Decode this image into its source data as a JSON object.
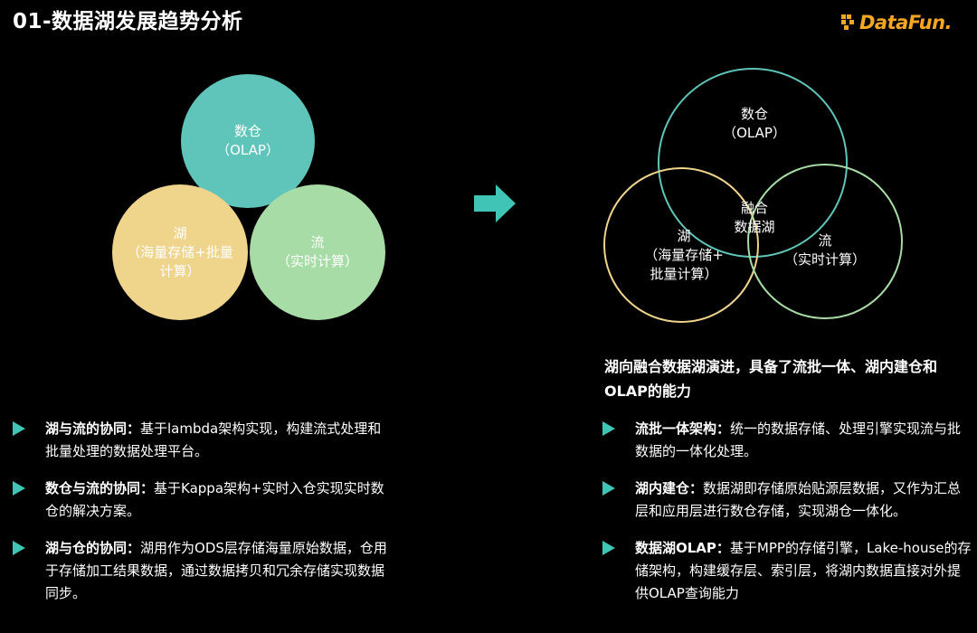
{
  "title": "01-数据湖发展趋势分析",
  "logo": {
    "text": "DataFun.",
    "color": "#f5a623"
  },
  "left_diagram": {
    "circles": [
      {
        "label": "数仓\n（OLAP）",
        "color": "#5fc4b9"
      },
      {
        "label": "湖\n（海量存储+批量\n计算）",
        "color": "#efd48c"
      },
      {
        "label": "流\n（实时计算）",
        "color": "#a8dca6"
      }
    ]
  },
  "arrow": {
    "icon": "right-arrow-icon",
    "color": "#3fc4b6"
  },
  "venn": {
    "warehouse": "数仓\n（OLAP）",
    "lake": "湖\n（海量存储+\n批量计算）",
    "stream": "流\n（实时计算）",
    "center": "融合\n数据湖",
    "colors": {
      "warehouse": "#5fc4b9",
      "lake": "#efd48c",
      "stream": "#a8dca6"
    }
  },
  "summary": "湖向融合数据湖演进，具备了流批一体、湖内建仓和OLAP的能力",
  "left_bullets": [
    {
      "head": "湖与流的协同：",
      "body": "基于lambda架构实现，构建流式处理和批量处理的数据处理平台。"
    },
    {
      "head": "数仓与流的协同：",
      "body": "基于Kappa架构+实时入仓实现实时数仓的解决方案。"
    },
    {
      "head": "湖与仓的协同：",
      "body": "湖用作为ODS层存储海量原始数据，仓用于存储加工结果数据，通过数据拷贝和冗余存储实现数据同步。"
    }
  ],
  "right_bullets": [
    {
      "head": "流批一体架构：",
      "body": "统一的数据存储、处理引擎实现流与批数据的一体化处理。"
    },
    {
      "head": "湖内建仓：",
      "body": "数据湖即存储原始贴源层数据，又作为汇总层和应用层进行数仓存储，实现湖仓一体化。"
    },
    {
      "head": "数据湖OLAP：",
      "body": "基于MPP的存储引擎，Lake-house的存储架构，构建缓存层、索引层，将湖内数据直接对外提供OLAP查询能力"
    }
  ],
  "bullet_color": "#3fc4b6"
}
